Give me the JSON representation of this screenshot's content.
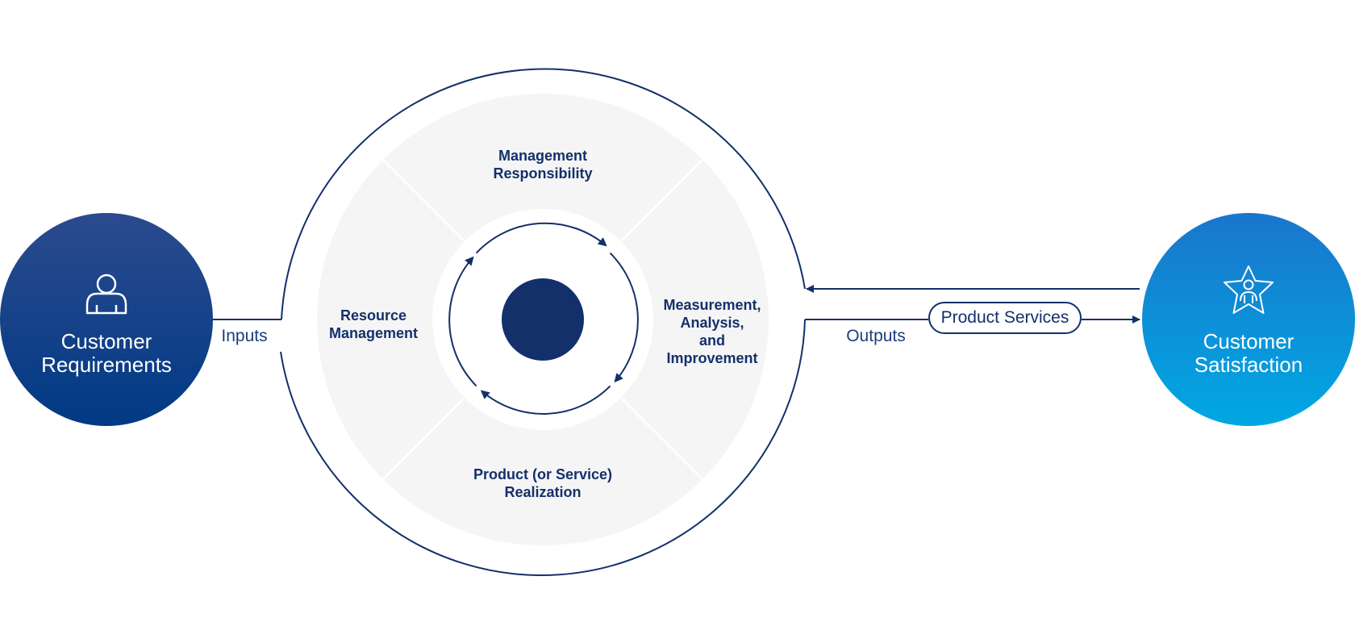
{
  "colors": {
    "navy": "#13306b",
    "light_gray": "#f5f5f5",
    "left_circle_top": "#2c4a8e",
    "left_circle_bottom": "#003a84",
    "right_circle_top": "#1a76cc",
    "right_circle_bottom": "#00a8e2",
    "white": "#ffffff"
  },
  "left_node": {
    "icon": "person-icon",
    "line1": "Customer",
    "line2": "Requirements"
  },
  "right_node": {
    "icon": "star-person-icon",
    "line1": "Customer",
    "line2": "Satisfaction"
  },
  "flows": {
    "inputs": "Inputs",
    "outputs": "Outputs",
    "product_services": "Product Services"
  },
  "cycle": {
    "top": {
      "line1": "Management",
      "line2": "Responsibility"
    },
    "left": {
      "line1": "Resource",
      "line2": "Management"
    },
    "right": {
      "line1": "Measurement,",
      "line2": "Analysis,",
      "line3": "and",
      "line4": "Improvement"
    },
    "bottom": {
      "line1": "Product (or Service)",
      "line2": "Realization"
    }
  }
}
